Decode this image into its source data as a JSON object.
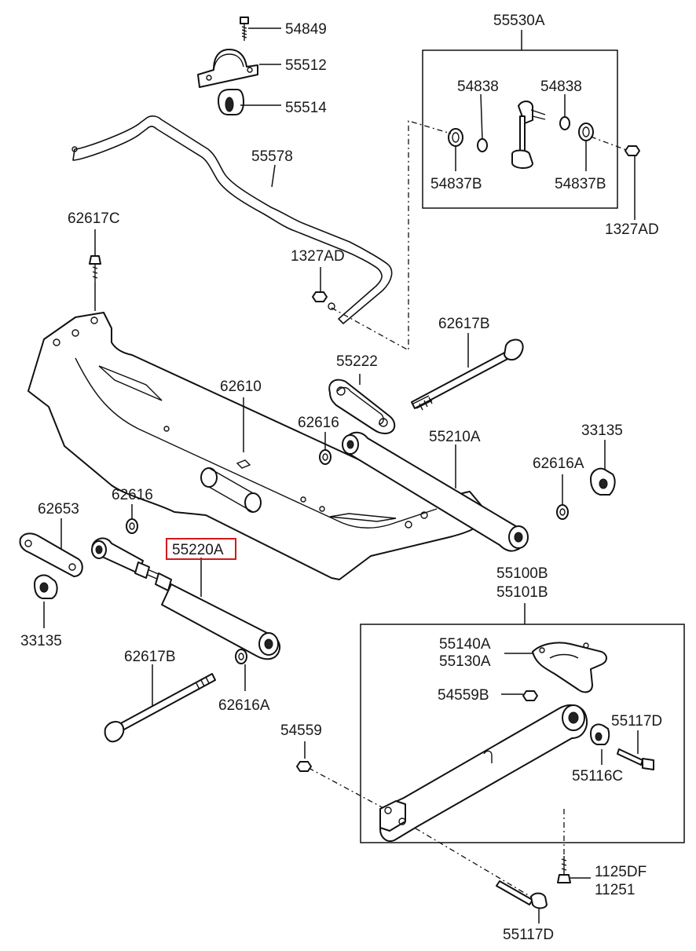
{
  "diagram": {
    "highlighted_part": "55220A",
    "highlight_color": "#d21919",
    "labels": {
      "p54849": "54849",
      "p55512": "55512",
      "p55514": "55514",
      "p55578": "55578",
      "p55530A": "55530A",
      "p54838a": "54838",
      "p54838b": "54838",
      "p54837Ba": "54837B",
      "p54837Bb": "54837B",
      "p1327ADr": "1327AD",
      "p62617C": "62617C",
      "p1327ADc": "1327AD",
      "p62617Bt": "62617B",
      "p55222": "55222",
      "p62610": "62610",
      "p62616c": "62616",
      "p55210A": "55210A",
      "p33135r": "33135",
      "p62616Ar": "62616A",
      "p62653": "62653",
      "p62616l": "62616",
      "p55220A": "55220A",
      "p33135l": "33135",
      "p55100B": "55100B",
      "p55101B": "55101B",
      "p55140A": "55140A",
      "p55130A": "55130A",
      "p54559B": "54559B",
      "p55117Dr": "55117D",
      "p55116C": "55116C",
      "p54559": "54559",
      "p62617Bb": "62617B",
      "p62616Ab": "62616A",
      "p1125DF": "1125DF",
      "p11251": "11251",
      "p55117Db": "55117D"
    }
  }
}
